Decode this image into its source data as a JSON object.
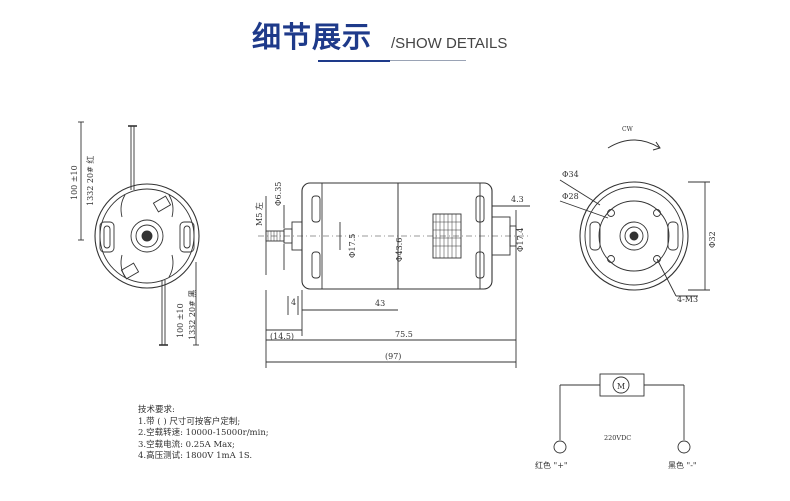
{
  "header": {
    "title_cn": "细节展示",
    "subtitle_en": "/SHOW DETAILS"
  },
  "dimensions": {
    "lead_len_top": "100 ±10",
    "wire_spec_top": "1332 20# 红",
    "lead_len_bottom": "100 ±10",
    "wire_spec_bottom": "1332 20# 黑",
    "thread": "M5 左",
    "shaft_dia": "Φ6.35",
    "collar_dia": "Φ17.5",
    "body_dia": "Φ43.6",
    "rear_dia": "Φ17.4",
    "rear_len": "4.3",
    "shaft_len_small": "4",
    "body_len": "43",
    "shaft_ext": "(14.5)",
    "overall_body": "75.5",
    "overall": "(97)",
    "pcd_outer": "Φ34",
    "pcd_inner": "Φ28",
    "bearing_dia": "Φ32",
    "mount_holes": "4-M3",
    "rotation": "CW"
  },
  "notes": {
    "title": "技术要求:",
    "line1": "1.带 ( ) 尺寸可按客户定制;",
    "line2": "2.空载转速: 10000-15000r/min;",
    "line3": "3.空载电流: 0.25A Max;",
    "line4": "4.高压测试: 1800V 1mA 1S."
  },
  "circuit": {
    "motor_label": "M",
    "voltage": "220VDC",
    "left_terminal": "红色 \"+\"",
    "right_terminal": "黑色 \"-\""
  }
}
